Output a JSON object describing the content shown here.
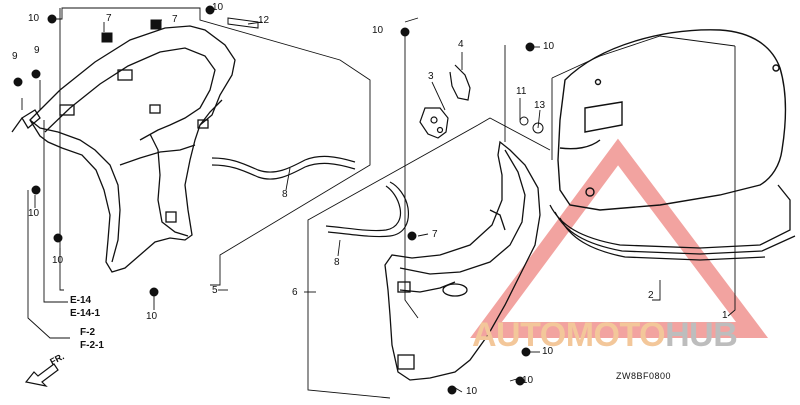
{
  "diagram": {
    "part_numbers": {
      "n1": "1",
      "n2": "2",
      "n3": "3",
      "n4": "4",
      "n5": "5",
      "n6": "6",
      "n7": "7",
      "n8": "8",
      "n9": "9",
      "n10": "10",
      "n11": "11",
      "n12": "12",
      "n13": "13"
    },
    "references": {
      "e14": "E-14",
      "e14_1": "E-14-1",
      "f2": "F-2",
      "f2_1": "F-2-1"
    },
    "direction": "FR.",
    "drawing_code": "ZW8BF0800"
  },
  "watermark": {
    "part1": "AUTO",
    "part2": "MOTO",
    "part3": "HUB",
    "color_orange": "#f3c79a",
    "color_gray": "#bdbdbd",
    "color_triangle": "#f2a3a0"
  }
}
